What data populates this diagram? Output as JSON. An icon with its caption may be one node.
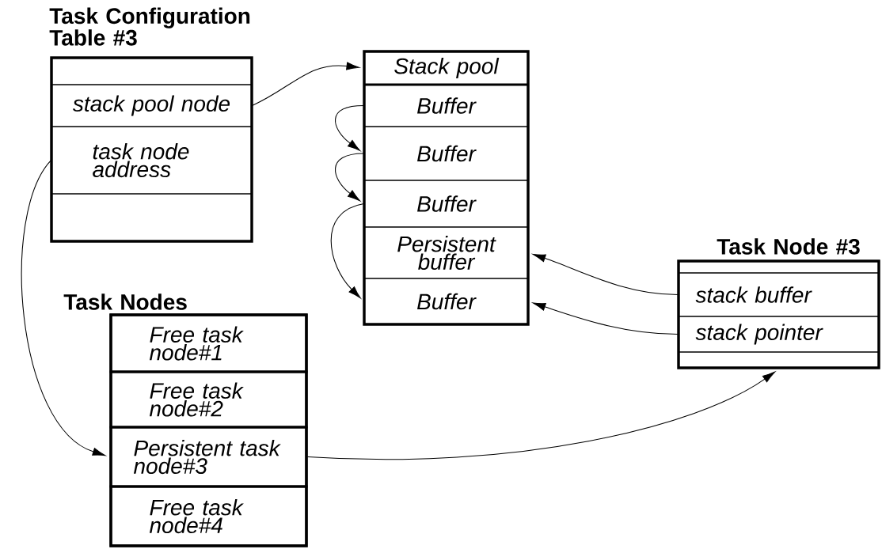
{
  "diagram": {
    "nodes": [
      {
        "text": [
          "Task Configuration Table #3"
        ]
      },
      {
        "text": [],
        "shape": "box",
        "in": 0
      },
      {
        "text": [
          "stack pool node"
        ],
        "in": 0
      },
      {
        "text": [
          "task node address"
        ],
        "in": 0
      },
      {
        "text": [],
        "shape": "box",
        "in": 0
      },
      {
        "text": [
          "Stack pool"
        ]
      },
      {
        "text": [
          "Buffer"
        ]
      },
      {
        "text": [
          "Buffer"
        ]
      },
      {
        "text": [
          "Buffer"
        ]
      },
      {
        "text": [
          "Persistent buffer"
        ]
      },
      {
        "text": [
          "Buffer"
        ]
      },
      {
        "text": [
          "Task Node #3"
        ]
      },
      {
        "text": [],
        "shape": "box",
        "in": 11
      },
      {
        "text": [
          "stack buffer"
        ],
        "in": 11
      },
      {
        "text": [
          "stack pointer"
        ],
        "in": 11
      },
      {
        "text": [],
        "shape": "box",
        "in": 11
      },
      {
        "text": [
          "Task Nodes"
        ]
      },
      {
        "text": [
          "Free task node#1"
        ],
        "in": 16
      },
      {
        "text": [
          "Free task node#2"
        ],
        "in": 16
      },
      {
        "text": [
          "Persistent task node#3"
        ],
        "in": 16
      },
      {
        "text": [
          "Free task node#4"
        ],
        "in": 16
      }
    ],
    "edges": [
      {
        "from": 2,
        "to": 5,
        "arrow": "to"
      },
      {
        "from": 6,
        "to": 7,
        "arrow": "to"
      },
      {
        "from": 7,
        "to": 8,
        "arrow": "to"
      },
      {
        "from": 8,
        "to": 10,
        "arrow": "to"
      },
      {
        "from": 3,
        "to": 19,
        "arrow": "to"
      },
      {
        "from": 19,
        "to": 11,
        "arrow": "to"
      },
      {
        "from": 13,
        "to": 9,
        "arrow": "to"
      },
      {
        "from": 14,
        "to": 10,
        "arrow": "to"
      }
    ]
  }
}
